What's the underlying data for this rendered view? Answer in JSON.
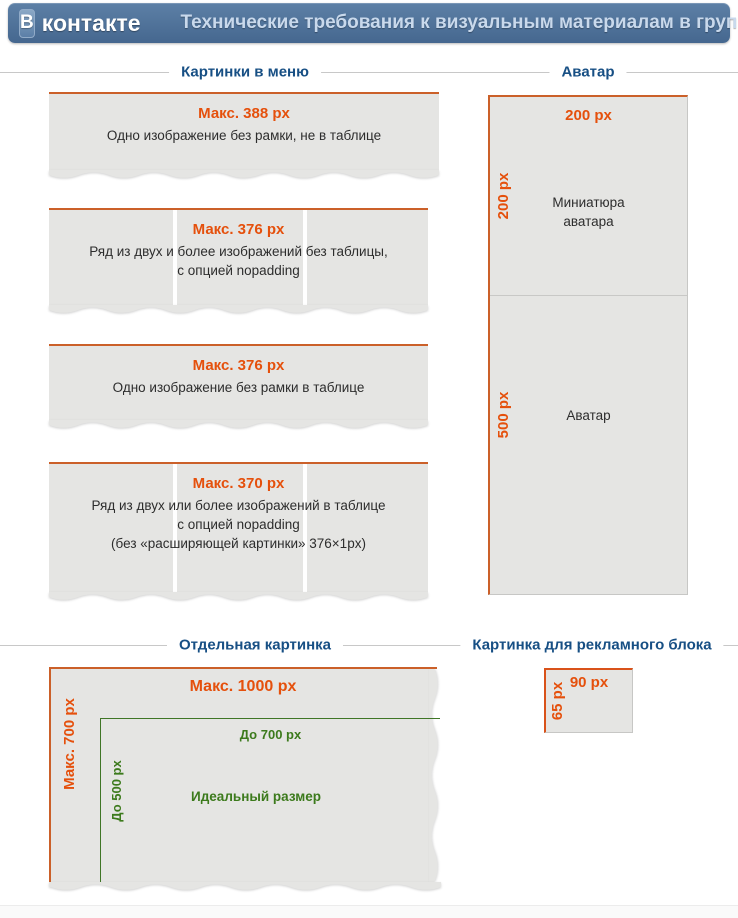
{
  "header": {
    "logo_letter": "В",
    "logo_word": "контакте",
    "title": "Технические требования к визуальным материалам в группах"
  },
  "menu_section": {
    "title": "Картинки в меню",
    "boxes": [
      {
        "size": "Макс. 388 px",
        "lines": [
          "Одно изображение без рамки, не в таблице"
        ]
      },
      {
        "size": "Макс. 376 px",
        "lines": [
          "Ряд из двух и более изображений без таблицы,",
          "с опцией nopadding"
        ]
      },
      {
        "size": "Макс. 376 px",
        "lines": [
          "Одно изображение без рамки в таблице"
        ]
      },
      {
        "size": "Макс. 370 px",
        "lines": [
          "Ряд из двух или более изображений в таблице",
          "с опцией nopadding",
          "(без «расширяющей картинки» 376×1px)"
        ]
      }
    ]
  },
  "avatar_section": {
    "title": "Аватар",
    "width_label": "200 px",
    "mini_height_label": "200 px",
    "mini_caption": [
      "Миниатюра",
      "аватара"
    ],
    "avatar_height_label": "500 px",
    "avatar_caption": "Аватар"
  },
  "single_image_section": {
    "title": "Отдельная картинка",
    "max_width": "Макс. 1000 px",
    "max_height": "Макс. 700 px",
    "ideal_width": "До 700 px",
    "ideal_height": "До 500 px",
    "ideal_caption": "Идеальный размер"
  },
  "ad_section": {
    "title": "Картинка для рекламного блока",
    "width_label": "90 px",
    "height_label": "65 px"
  },
  "colors": {
    "header_blue": "#45678f",
    "heading_blue": "#174f84",
    "accent_orange": "#e5500c",
    "border_orange": "#cb6029",
    "accent_green": "#3c7a1c",
    "border_green": "#3f7526",
    "box_fill": "#e5e5e3"
  }
}
